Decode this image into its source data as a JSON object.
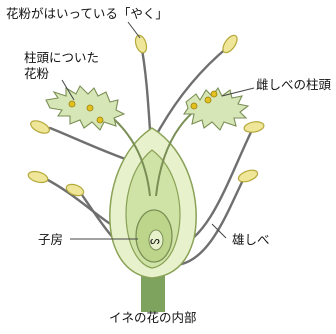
{
  "diagram": {
    "caption": "イネの花の内部",
    "labels": {
      "anther": "花粉がはいっている「やく」",
      "stigma_pollen_line1": "柱頭についた",
      "stigma_pollen_line2": "花粉",
      "pistil_stigma": "雌しべの柱頭",
      "ovary": "子房",
      "stamen": "雄しべ"
    }
  },
  "colors": {
    "anther_fill": "#efe69a",
    "anther_stroke": "#b5a93a",
    "filament": "#6f6f6f",
    "stigma_fill": "#d7e6b7",
    "stigma_stroke": "#7a8f55",
    "husk_fill": "#e7f1cb",
    "husk_inner": "#cfe3a6",
    "husk_stroke": "#8aa257",
    "stem": "#7da35f",
    "ovary_fill": "#bcd58a",
    "pollen": "#e2c020",
    "leader": "#444444"
  }
}
